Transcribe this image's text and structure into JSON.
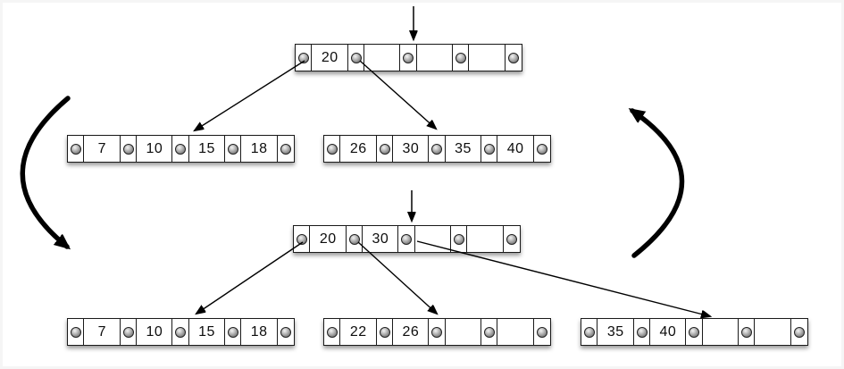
{
  "colors": {
    "node_border": "#1a1a1a",
    "cell_background": "#ffffff",
    "pointer_ring": "#222222",
    "arrow": "#000000",
    "page_background": "#ffffff",
    "frame_border": "#f5f5f5"
  },
  "nodes": {
    "top_root": {
      "values": [
        "20",
        "",
        "",
        ""
      ]
    },
    "top_left": {
      "values": [
        "7",
        "10",
        "15",
        "18"
      ]
    },
    "top_right": {
      "values": [
        "26",
        "30",
        "35",
        "40"
      ]
    },
    "bottom_root": {
      "values": [
        "20",
        "30",
        "",
        ""
      ]
    },
    "bottom_left": {
      "values": [
        "7",
        "10",
        "15",
        "18"
      ]
    },
    "bottom_middle": {
      "values": [
        "22",
        "26",
        "",
        ""
      ]
    },
    "bottom_right": {
      "values": [
        "35",
        "40",
        "",
        ""
      ]
    }
  },
  "edges": [
    {
      "from": "top_root.pointer_0",
      "to": "top_left"
    },
    {
      "from": "top_root.pointer_1",
      "to": "top_right"
    },
    {
      "from": "bottom_root.pointer_0",
      "to": "bottom_left"
    },
    {
      "from": "bottom_root.pointer_1",
      "to": "bottom_middle"
    },
    {
      "from": "bottom_root.pointer_2",
      "to": "bottom_right"
    }
  ],
  "insertion_markers": [
    {
      "target": "top_root.pointer_2"
    },
    {
      "target": "bottom_root.pointer_2"
    }
  ],
  "cycle_arrows": [
    {
      "side": "left",
      "direction": "down"
    },
    {
      "side": "right",
      "direction": "up"
    }
  ]
}
